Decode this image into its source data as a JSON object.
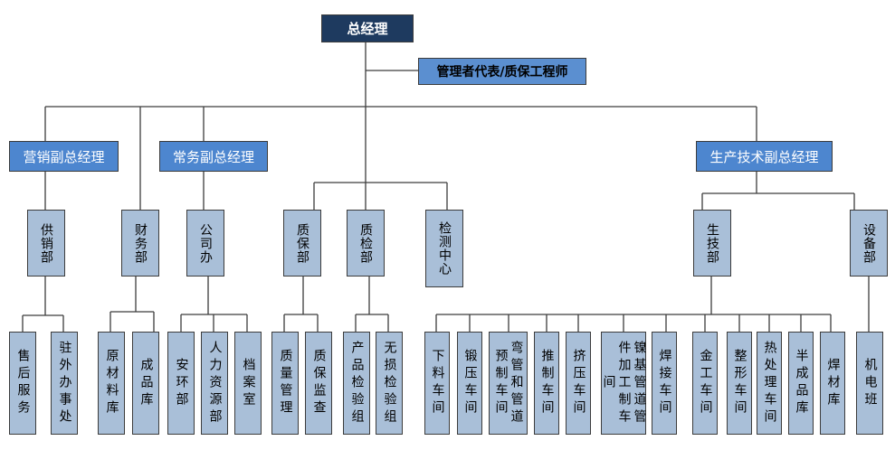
{
  "org_chart": {
    "root": "总经理",
    "representative": "管理者代表/质保工程师",
    "vice_presidents": [
      "营销副总经理",
      "常务副总经理",
      "生产技术副总经理"
    ],
    "departments": [
      "供销部",
      "财务部",
      "公司办",
      "质保部",
      "质检部",
      "检测中心",
      "生技部",
      "设备部"
    ],
    "units": [
      "售后服务",
      "驻外办事处",
      "原材料库",
      "成品库",
      "安环部",
      "人力资源部",
      "档案室",
      "质量管理",
      "质保监查",
      "产品检验组",
      "无损检验组",
      "下料车间",
      "锻压车间",
      "弯管和管道预制车间",
      "推制车间",
      "挤压车间",
      "镍基管道管件加工制车间",
      "焊接车间",
      "金工车间",
      "整形车间",
      "热处理车间",
      "半成品库",
      "焊材库",
      "机电班"
    ]
  },
  "colors": {
    "root_fill": "#1e3a5f",
    "vp_fill": "#4d86cf",
    "dept_fill": "#a9bfd8",
    "line": "#3c3c3c"
  }
}
